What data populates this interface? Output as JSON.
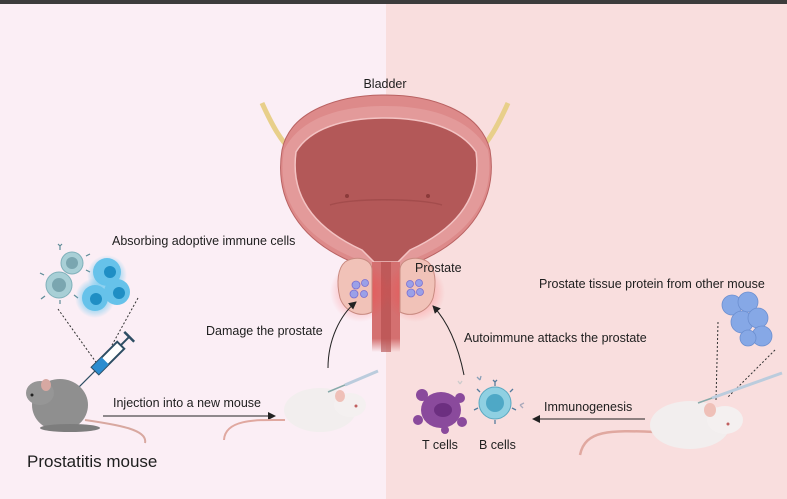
{
  "figure": {
    "colors": {
      "left_panel_bg": "#fbeef5",
      "right_panel_bg": "#f9dede",
      "top_bar": "#3c3c3c",
      "bladder_wall": "#d98080",
      "bladder_lumen": "#b85c5c",
      "prostate_inflamed": "#f06060",
      "ureter": "#e8cf8a",
      "t_cell": "#8a4a9c",
      "b_cell": "#6ec3d8",
      "adoptive_cell": "#4cb4e0",
      "protein": "#86a8e6",
      "gray_mouse": "#8f8f8f",
      "white_mouse": "#f2eeee",
      "mouse_tail": "#e0a8a0"
    },
    "labels": {
      "bladder": "Bladder",
      "prostate": "Prostate",
      "absorbing": "Absorbing adoptive immune cells",
      "damage": "Damage the prostate",
      "injection": "Injection into a new mouse",
      "prostatitis_mouse": "Prostatitis mouse",
      "autoimmune": "Autoimmune attacks the prostate",
      "protein_source": "Prostate tissue protein from other mouse",
      "immunogenesis": "Immunogenesis",
      "t_cells": "T cells",
      "b_cells": "B cells"
    },
    "icons": [
      "bladder-anatomy-icon",
      "prostate-icon",
      "immune-cells-cluster-icon",
      "syringe-icon",
      "gray-mouse-icon",
      "white-mouse-icon",
      "t-cell-icon",
      "b-cell-icon",
      "protein-cluster-icon",
      "arrow-icon"
    ]
  }
}
